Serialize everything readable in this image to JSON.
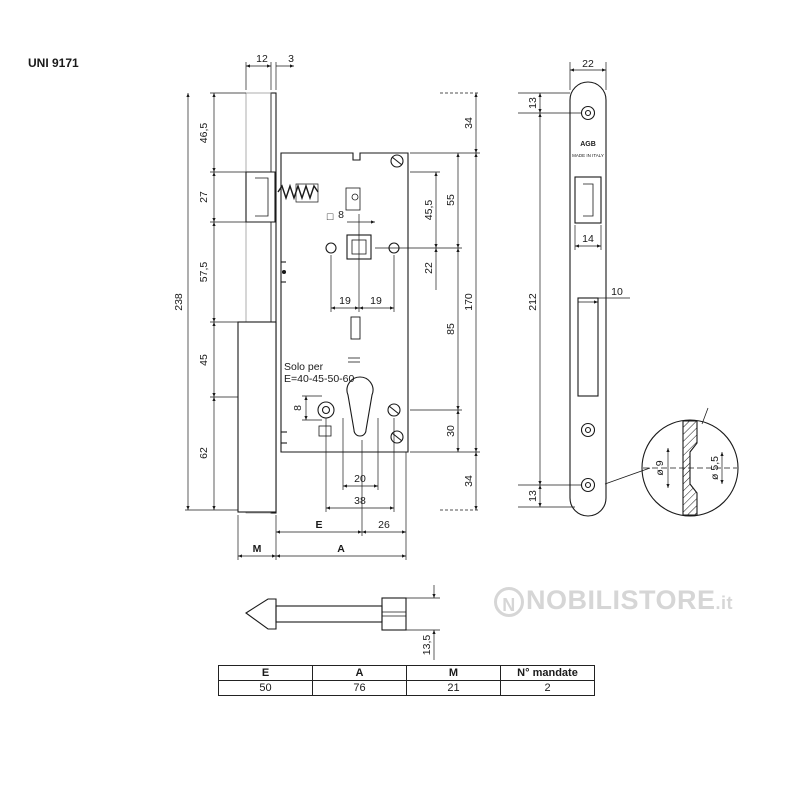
{
  "standard": "UNI 9171",
  "watermark": {
    "text": "NOBILISTORE",
    "tld": ".it",
    "letter": "N"
  },
  "brand_logo": "AGB",
  "front_label": "MADE IN ITALY",
  "note": {
    "line1": "Solo per",
    "line2": "E=40-45-50-60"
  },
  "dimensions": {
    "top_12": "12",
    "top_3": "3",
    "face_width": "22",
    "left_465": "46,5",
    "left_27": "27",
    "left_575": "57,5",
    "left_45": "45",
    "left_62": "62",
    "overall_238": "238",
    "right_34_top": "34",
    "right_34_bottom": "34",
    "right_55": "55",
    "right_455": "45,5",
    "right_22": "22",
    "right_85": "85",
    "right_30": "30",
    "right_170": "170",
    "sq8": "8",
    "sq_prefix": "□",
    "bot_19a": "19",
    "bot_19b": "19",
    "cyl_8": "8",
    "bot_20": "20",
    "bot_38": "38",
    "bot_26": "26",
    "label_E": "E",
    "label_M": "M",
    "label_A": "A",
    "fp_13_top": "13",
    "fp_13_bottom": "13",
    "fp_212": "212",
    "fp_14": "14",
    "fp_10": "10",
    "detail_9": "ø 9",
    "detail_55": "ø 5,5",
    "key_135": "13,5"
  },
  "table": {
    "headers": [
      "E",
      "A",
      "M",
      "N° mandate"
    ],
    "rows": [
      [
        "50",
        "76",
        "21",
        "2"
      ]
    ]
  }
}
